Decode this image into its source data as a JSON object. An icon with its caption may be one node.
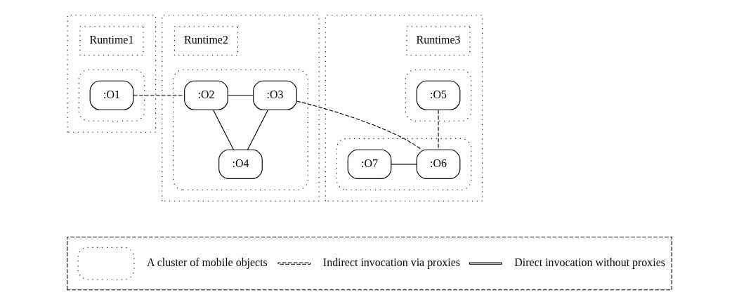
{
  "diagram": {
    "nodes": [
      {
        "text": [],
        "shape": "box"
      },
      {
        "text": [
          "Runtime1"
        ],
        "in": 0
      },
      {
        "text": [],
        "shape": "box",
        "in": 0
      },
      {
        "text": [
          ":O1"
        ],
        "in": 2
      },
      {
        "text": [],
        "shape": "box"
      },
      {
        "text": [
          "Runtime2"
        ],
        "in": 4
      },
      {
        "text": [],
        "shape": "box",
        "in": 4
      },
      {
        "text": [
          ":O2"
        ],
        "in": 6
      },
      {
        "text": [
          ":O3"
        ],
        "in": 6
      },
      {
        "text": [
          ":O4"
        ],
        "in": 6
      },
      {
        "text": [],
        "shape": "box"
      },
      {
        "text": [
          "Runtime3"
        ],
        "in": 10
      },
      {
        "text": [],
        "shape": "box",
        "in": 10
      },
      {
        "text": [
          ":O5"
        ],
        "in": 12
      },
      {
        "text": [],
        "shape": "box",
        "in": 10
      },
      {
        "text": [
          ":O6"
        ],
        "in": 14
      },
      {
        "text": [
          ":O7"
        ],
        "in": 14
      }
    ],
    "edges": [
      {
        "from": 3,
        "to": 7,
        "arrow": "none",
        "style": "dashed"
      },
      {
        "from": 7,
        "to": 8,
        "arrow": "none"
      },
      {
        "from": 7,
        "to": 9,
        "arrow": "none"
      },
      {
        "from": 8,
        "to": 9,
        "arrow": "none"
      },
      {
        "from": 8,
        "to": 15,
        "arrow": "none",
        "style": "dashed"
      },
      {
        "from": 13,
        "to": 15,
        "arrow": "none",
        "style": "dashed"
      },
      {
        "from": 15,
        "to": 16,
        "arrow": "none"
      }
    ],
    "legend": [
      {
        "text": "A cluster of mobile objects"
      },
      {
        "text": "Indirect invocation via proxies"
      },
      {
        "text": "Direct invocation without proxies"
      }
    ]
  }
}
